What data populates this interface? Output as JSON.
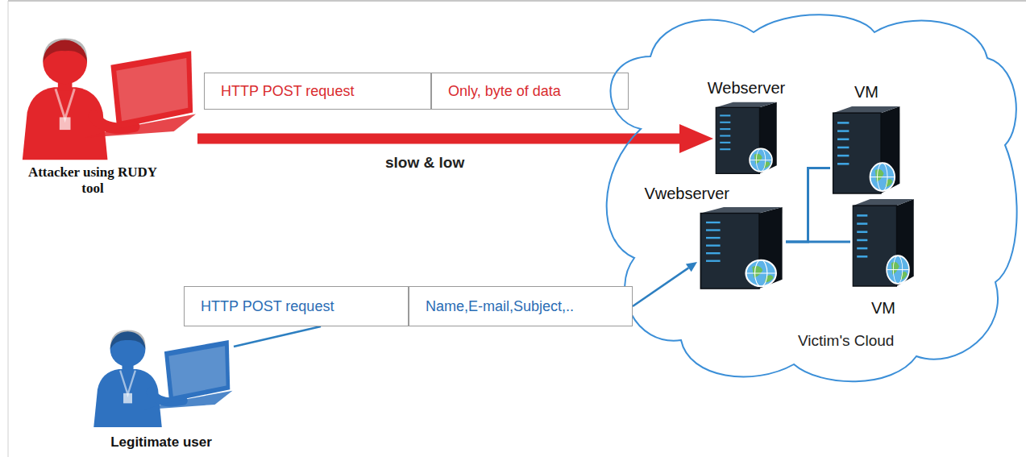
{
  "diagram": {
    "nodes": [
      {
        "text": [
          "Attacker using RUDY tool"
        ]
      },
      {
        "text": [
          "HTTP POST request"
        ]
      },
      {
        "text": [
          "Only, byte of data"
        ]
      },
      {
        "text": [
          "Victim's Cloud"
        ]
      },
      {
        "text": [
          "Webserver"
        ],
        "in": 3
      },
      {
        "text": [
          "VM"
        ],
        "in": 3
      },
      {
        "text": [
          "Vwebserver"
        ],
        "in": 3
      },
      {
        "text": [
          "VM"
        ],
        "in": 3
      },
      {
        "text": [
          "HTTP POST request"
        ]
      },
      {
        "text": [
          "Name,E-mail,Subject,.."
        ]
      },
      {
        "text": [
          "Legitimate user"
        ]
      }
    ],
    "edges": [
      {
        "from": 0,
        "to": 4,
        "arrow": "to",
        "label": "slow & low"
      },
      {
        "from": 10,
        "to": 8,
        "arrow": "none"
      },
      {
        "from": 9,
        "to": 6,
        "arrow": "to"
      },
      {
        "from": 6,
        "to": 5,
        "arrow": "none"
      },
      {
        "from": 6,
        "to": 7,
        "arrow": "none"
      }
    ]
  }
}
